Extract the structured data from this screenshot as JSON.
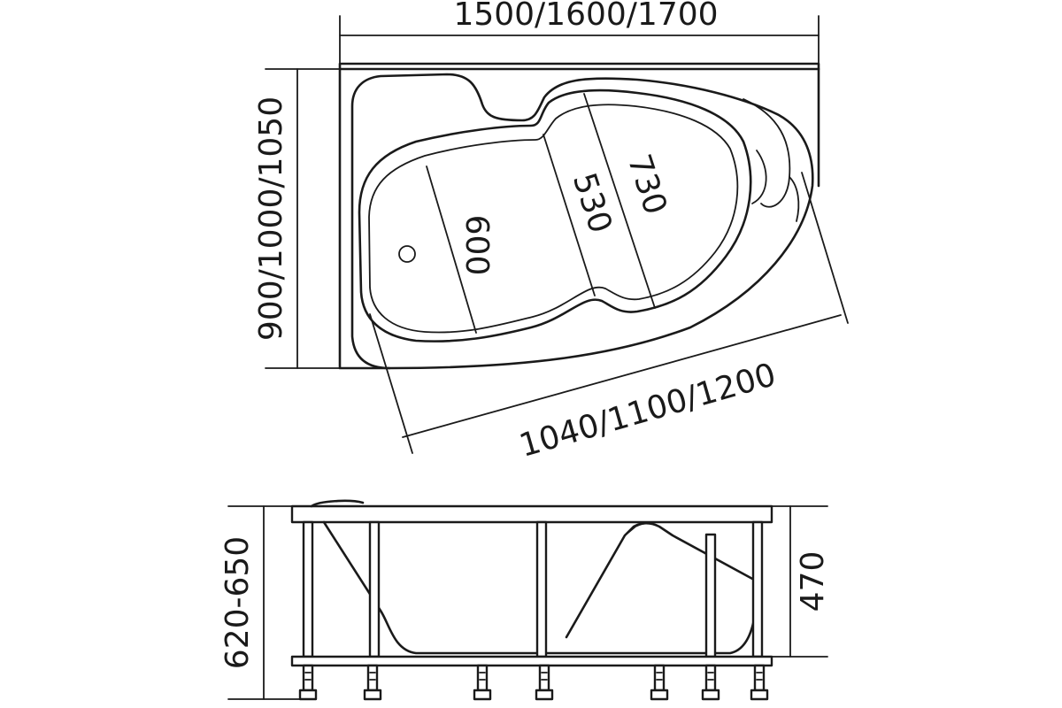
{
  "top_view": {
    "width_label": "1500/1600/1700",
    "depth_label": "900/1000/1050",
    "diagonal_label": "1040/1100/1200",
    "inner_width_1": "600",
    "inner_width_2": "530",
    "inner_width_3": "730"
  },
  "side_view": {
    "total_height_label": "620-650",
    "tub_height_label": "470"
  }
}
